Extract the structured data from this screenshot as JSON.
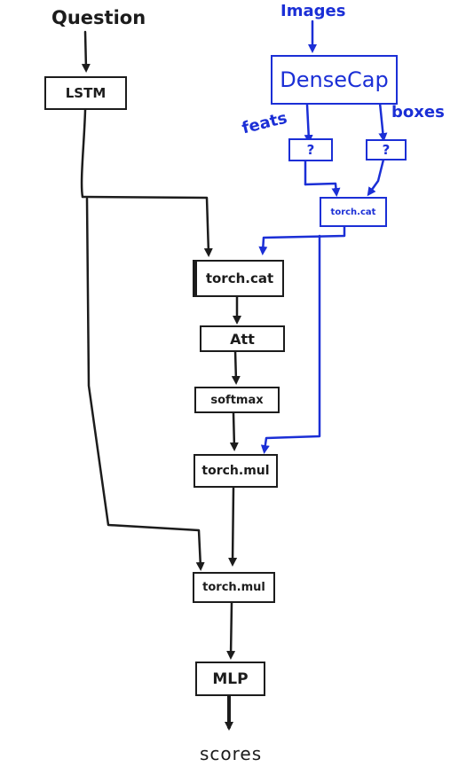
{
  "inputs": {
    "question": "Question",
    "images": "Images"
  },
  "nodes": {
    "lstm": "LSTM",
    "densecap": "DenseCap",
    "feats_q": "?",
    "boxes_q": "?",
    "torch_small": "torch.cat",
    "torch_cat": "torch.cat",
    "att": "Att",
    "softmax": "softmax",
    "torch_mul_1": "torch.mul",
    "torch_mul_2": "torch.mul",
    "mlp": "MLP"
  },
  "edge_labels": {
    "feats": "feats",
    "boxes": "boxes"
  },
  "output": "scores",
  "colors": {
    "ink": "#1c1c1c",
    "blue": "#1b2fd6"
  }
}
